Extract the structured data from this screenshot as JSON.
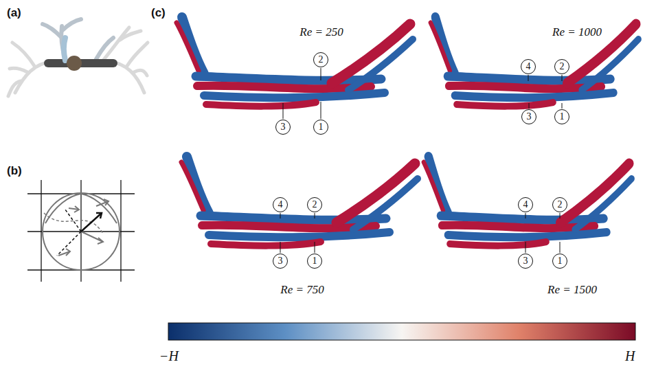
{
  "diagram": {
    "nodes": [
      {
        "text": [
          "2"
        ]
      },
      {
        "text": [
          "3"
        ]
      },
      {
        "text": [
          "1"
        ]
      },
      {
        "text": [
          "4"
        ]
      },
      {
        "text": [
          "2"
        ]
      },
      {
        "text": [
          "3"
        ]
      },
      {
        "text": [
          "1"
        ]
      },
      {
        "text": [
          "4"
        ]
      },
      {
        "text": [
          "2"
        ]
      },
      {
        "text": [
          "3"
        ]
      },
      {
        "text": [
          "1"
        ]
      },
      {
        "text": [
          "4"
        ]
      },
      {
        "text": [
          "2"
        ]
      },
      {
        "text": [
          "3"
        ]
      },
      {
        "text": [
          "1"
        ]
      }
    ],
    "labels": [
      "(a)",
      "(c)",
      "Re = 250",
      "Re = 1000",
      "(b)",
      "Re = 750",
      "Re = 1500",
      "−H",
      "H"
    ]
  }
}
